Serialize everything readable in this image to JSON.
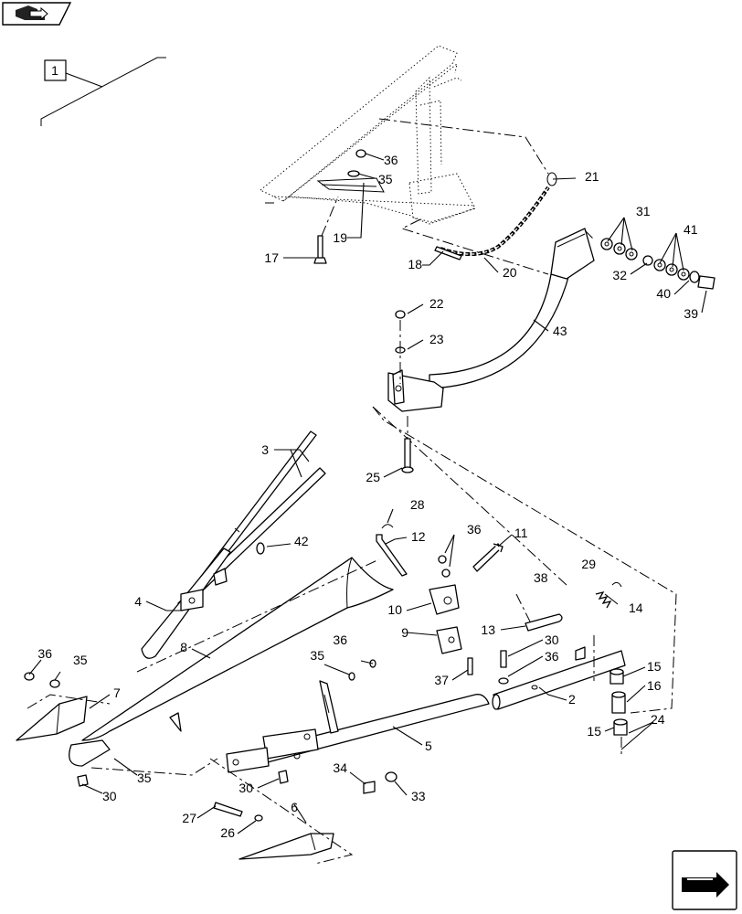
{
  "callouts": {
    "c1": "1",
    "c2": "2",
    "c3": "3",
    "c4": "4",
    "c5": "5",
    "c6": "6",
    "c7": "7",
    "c8": "8",
    "c9": "9",
    "c10": "10",
    "c11": "11",
    "c12": "12",
    "c13": "13",
    "c14": "14",
    "c15a": "15",
    "c15b": "15",
    "c16": "16",
    "c17": "17",
    "c18": "18",
    "c19": "19",
    "c20": "20",
    "c21": "21",
    "c22": "22",
    "c23": "23",
    "c24": "24",
    "c25": "25",
    "c26": "26",
    "c27": "27",
    "c28": "28",
    "c29": "29",
    "c30a": "30",
    "c30b": "30",
    "c30c": "30",
    "c31": "31",
    "c32": "32",
    "c33": "33",
    "c34": "34",
    "c35a": "35",
    "c35b": "35",
    "c35c": "35",
    "c35d": "35",
    "c36a": "36",
    "c36b": "36",
    "c36c": "36",
    "c36d": "36",
    "c36e": "36",
    "c37": "37",
    "c38": "38",
    "c39": "39",
    "c40": "40",
    "c41": "41",
    "c42": "42",
    "c43": "43"
  },
  "icons": {
    "top_left": "folder-arrow-icon",
    "bottom_right": "next-page-arrow-icon"
  }
}
